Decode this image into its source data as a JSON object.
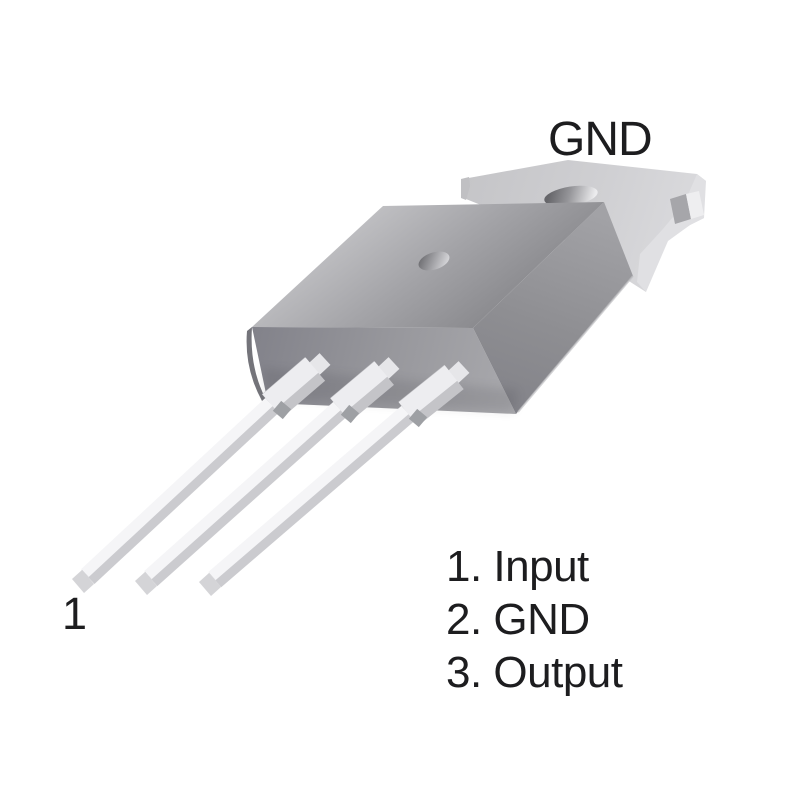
{
  "figure": {
    "tab_label": "GND",
    "pin_marker": "1",
    "legend": [
      "1. Input",
      "2. GND",
      "3. Output"
    ]
  },
  "colors": {
    "background": "#ffffff",
    "label_text": "#1d1d1f",
    "body_gray_light": "#c2c2c5",
    "body_gray_dark": "#85858a",
    "tab_gray": "#cdcdd0",
    "tab_bevel": "#e2e2e5",
    "notch_shadow": "#a6a6aa",
    "lead_base": "#cbcbcf",
    "lead_highlight": "#f5f5f7",
    "step_shadow": "#9ea0a4"
  }
}
